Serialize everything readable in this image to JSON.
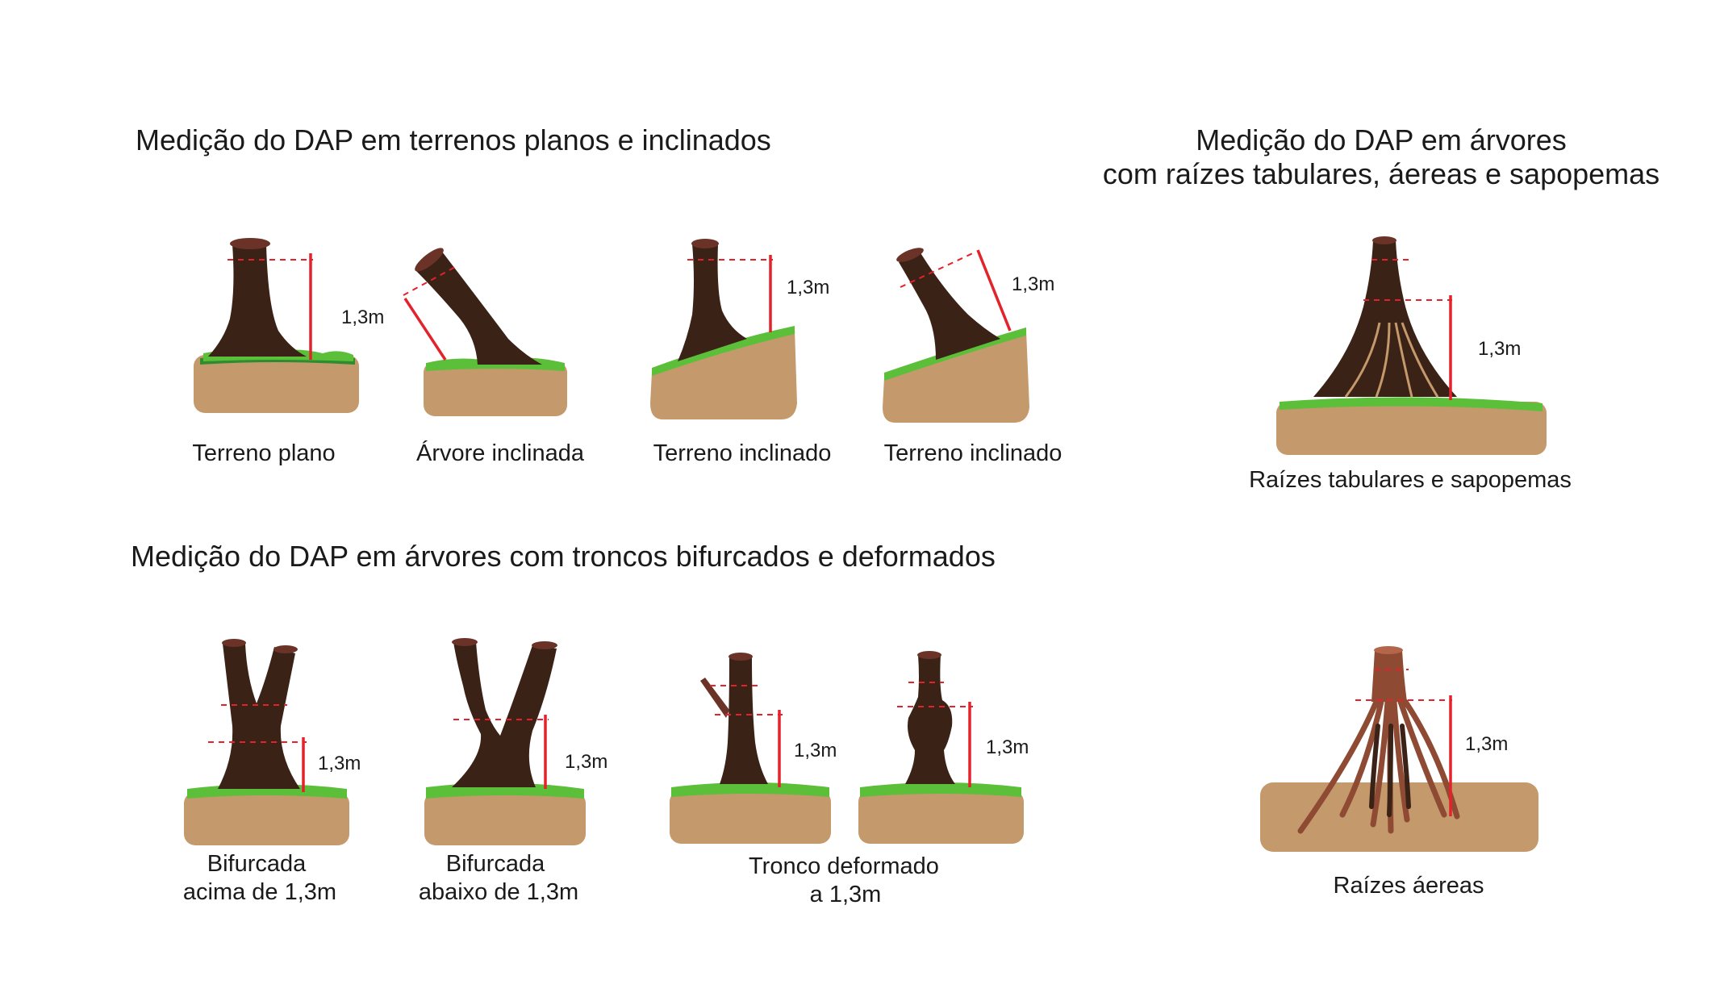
{
  "titles": {
    "flat_inclined": "Medição do DAP em terrenos planos e inclinados",
    "special_roots_line1": "Medição do DAP em árvores",
    "special_roots_line2": "com raízes tabulares, áereas e sapopemas",
    "forked": "Medição do DAP em árvores com troncos bifurcados e deformados"
  },
  "measure_label": "1,3m",
  "captions": {
    "flat": "Terreno plano",
    "leaning_tree": "Árvore inclinada",
    "slope_1": "Terreno inclinado",
    "slope_2": "Terreno inclinado",
    "buttress": "Raízes tabulares e sapopemas",
    "forked_above_line1": "Bifurcada",
    "forked_above_line2": "acima de 1,3m",
    "forked_below_line1": "Bifurcada",
    "forked_below_line2": "abaixo de 1,3m",
    "deformed_line1": "Tronco deformado",
    "deformed_line2": "a 1,3m",
    "aerial": "Raízes áereas"
  },
  "colors": {
    "trunk": "#3b2216",
    "trunk_top": "#6b3327",
    "soil": "#c49a6c",
    "grass": "#5cbf3a",
    "grass_dark": "#2e8b2e",
    "measure": "#e3222b",
    "aerial_root": "#8e4a33"
  }
}
